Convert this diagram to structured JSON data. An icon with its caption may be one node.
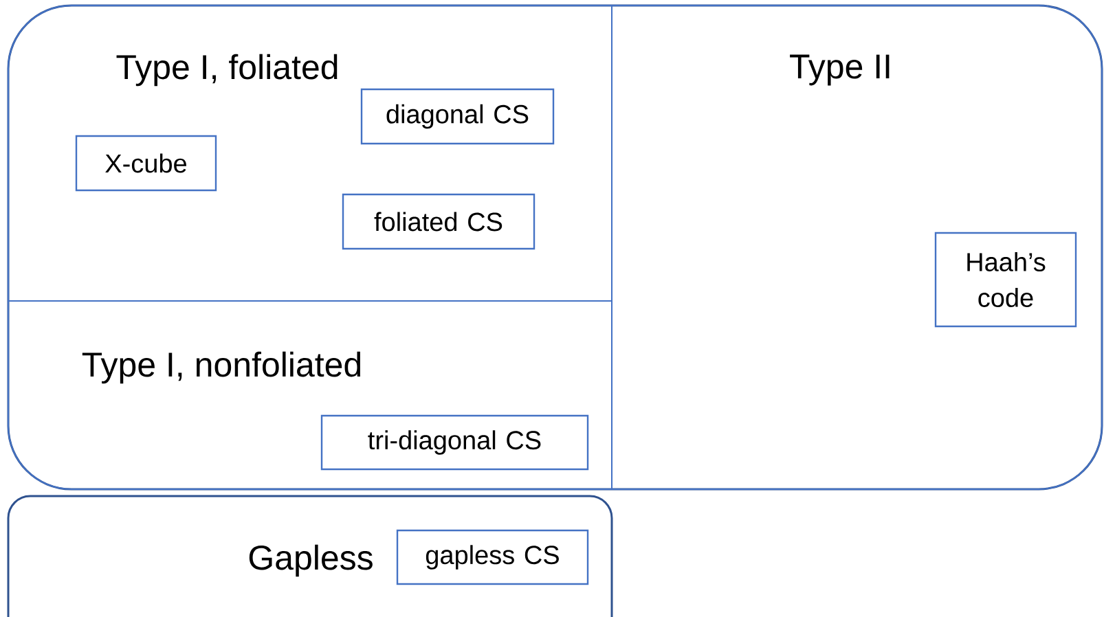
{
  "diagram": {
    "nodes": [
      {
        "text": [],
        "shape": "box"
      },
      {
        "text": [
          "Type I, foliated"
        ],
        "in": 0
      },
      {
        "text": [
          "X-cube"
        ],
        "in": 1
      },
      {
        "text": [
          "diagonal CS"
        ],
        "in": 1
      },
      {
        "text": [
          "foliated CS"
        ],
        "in": 1
      },
      {
        "text": [
          "Type I, nonfoliated"
        ],
        "in": 0
      },
      {
        "text": [
          "tri-diagonal CS"
        ],
        "in": 5
      },
      {
        "text": [
          "Type II"
        ],
        "in": 0
      },
      {
        "text": [
          "Haah’s code"
        ],
        "in": 7
      },
      {
        "text": [
          "Gapless"
        ]
      },
      {
        "text": [
          "gapless CS"
        ],
        "in": 9
      }
    ]
  }
}
